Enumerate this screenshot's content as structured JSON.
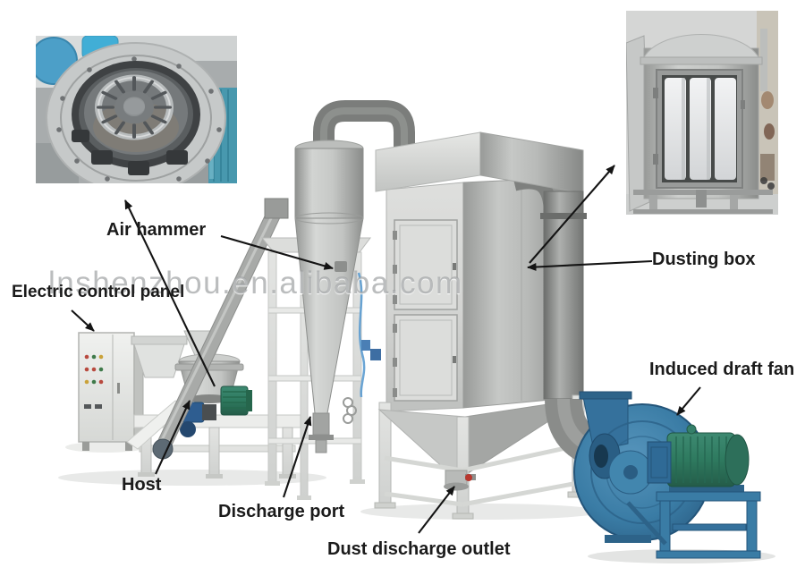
{
  "watermark": {
    "text": "lnshenzhou.en.alibaba.com"
  },
  "labels": {
    "air_hammer": "Air hammer",
    "electric_control_panel": "Electric control panel",
    "host": "Host",
    "discharge_port": "Discharge port",
    "dust_discharge_outlet": "Dust discharge outlet",
    "dusting_box": "Dusting box",
    "induced_draft_fan": "Induced draft fan"
  },
  "colors": {
    "canvas-bg": "#ffffff",
    "label-text": "#1b1b1b",
    "arrow": "#141414",
    "watermark": "rgba(150,153,155,0.65)",
    "fan-blue": "#3a7ca5",
    "motor-green": "#2e7a5f",
    "pump-blue": "#2e5d90",
    "valve-red": "#b8372e",
    "steel-light": "#d9dad8",
    "steel-dark": "#7b7d7b"
  }
}
